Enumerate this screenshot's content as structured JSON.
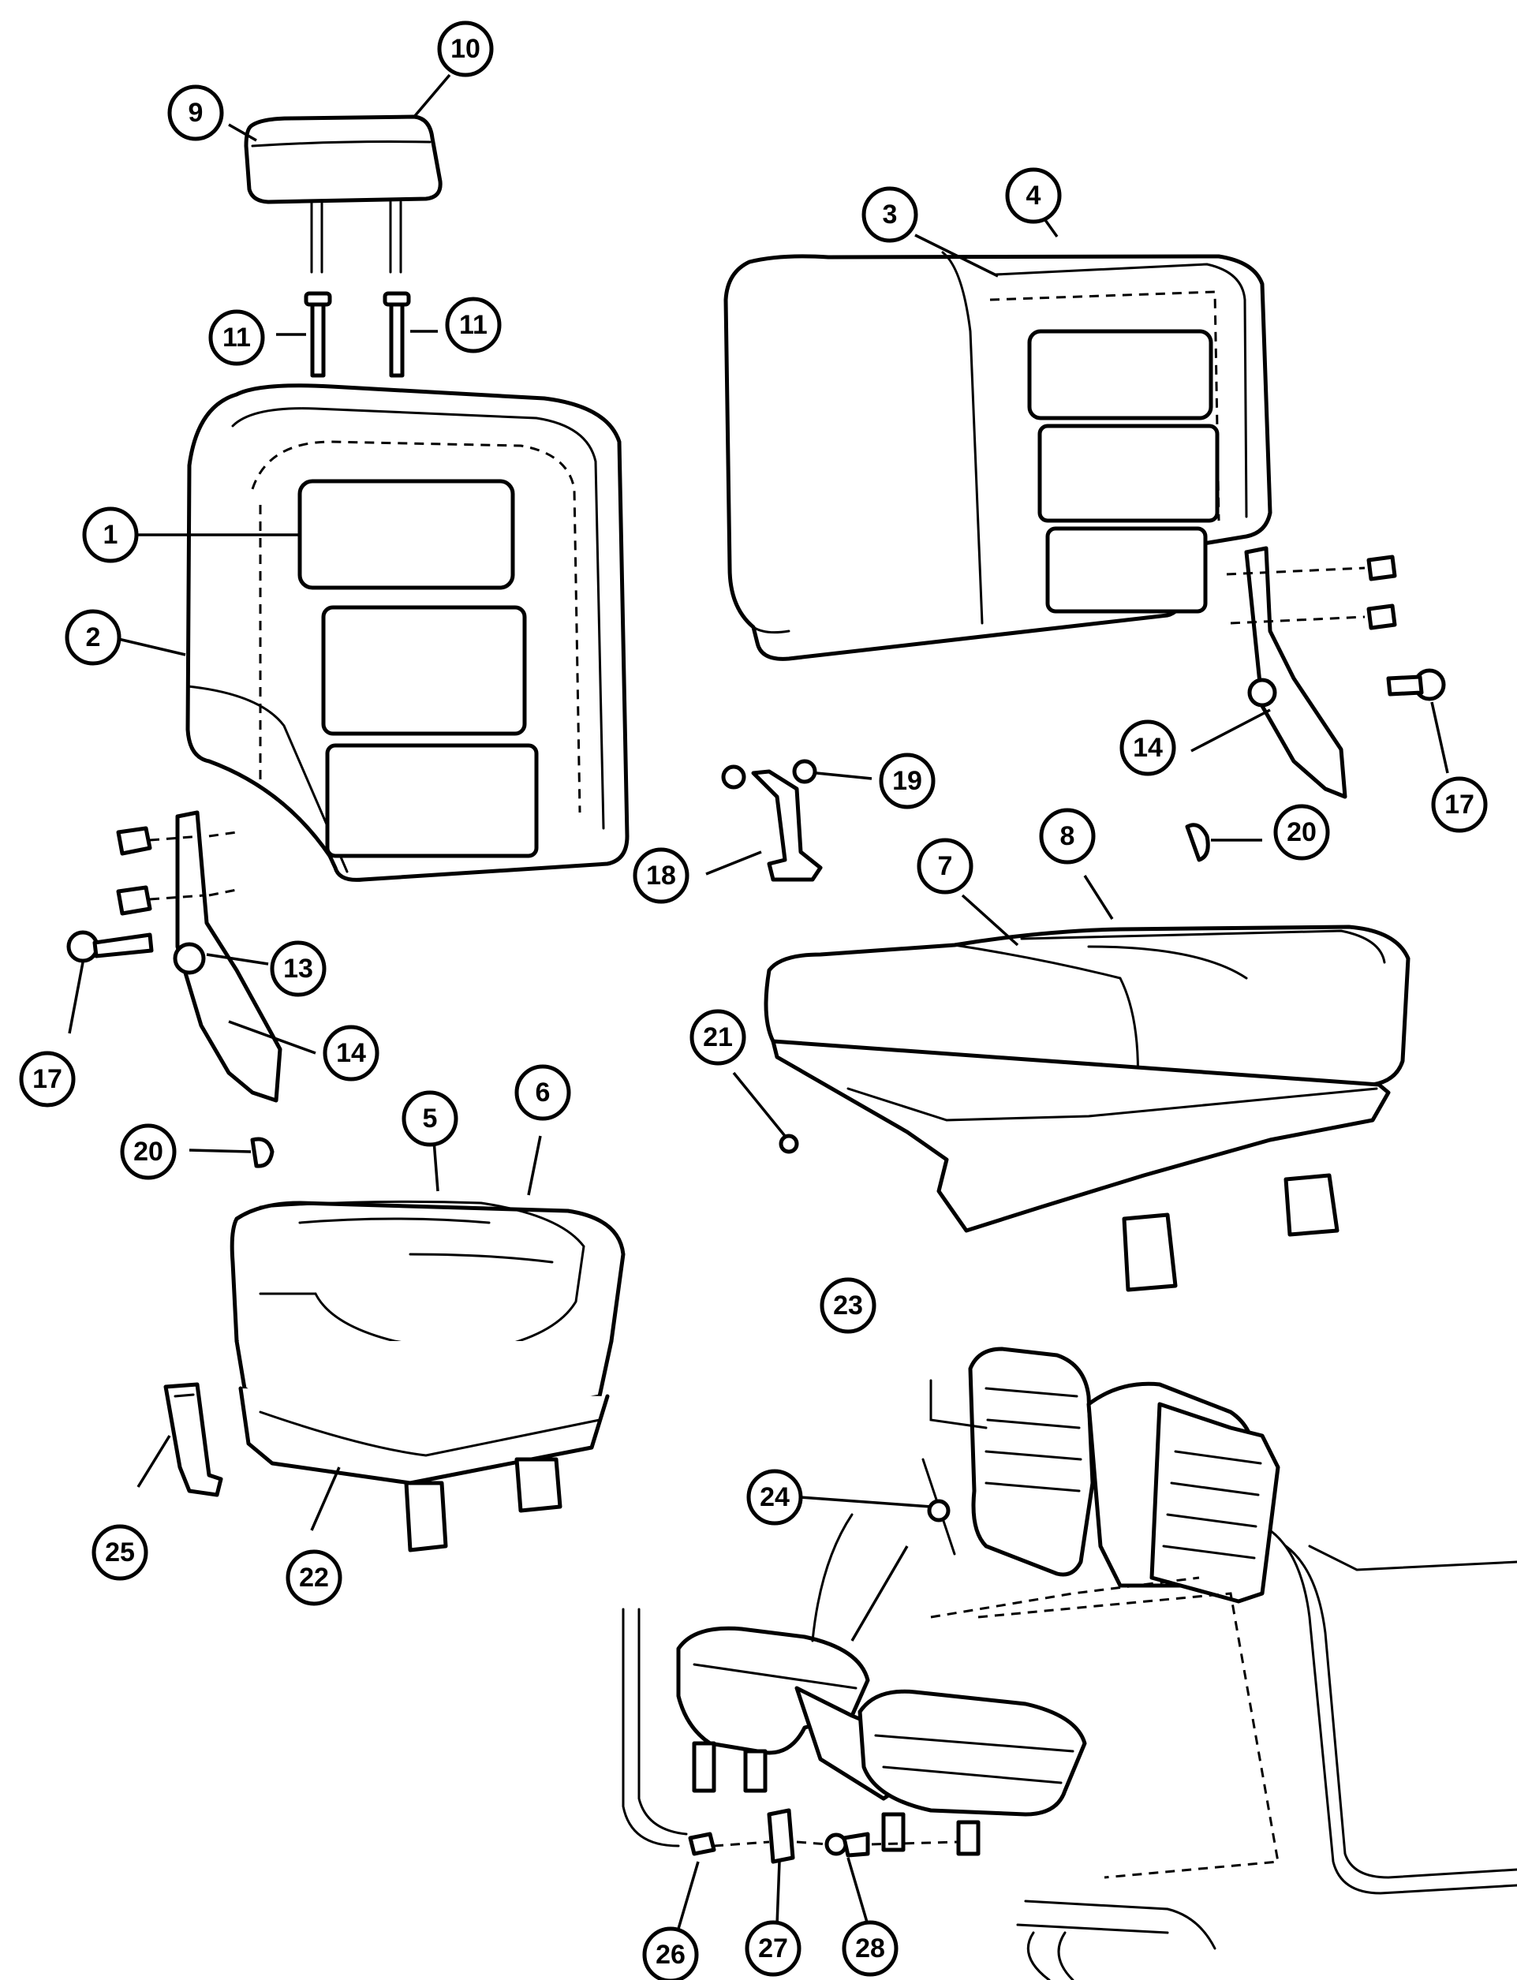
{
  "callouts": [
    {
      "label": "1"
    },
    {
      "label": "2"
    },
    {
      "label": "3"
    },
    {
      "label": "4"
    },
    {
      "label": "5"
    },
    {
      "label": "6"
    },
    {
      "label": "7"
    },
    {
      "label": "8"
    },
    {
      "label": "9"
    },
    {
      "label": "10"
    },
    {
      "label": "11"
    },
    {
      "label": "11"
    },
    {
      "label": "13"
    },
    {
      "label": "14"
    },
    {
      "label": "14"
    },
    {
      "label": "17"
    },
    {
      "label": "17"
    },
    {
      "label": "18"
    },
    {
      "label": "19"
    },
    {
      "label": "20"
    },
    {
      "label": "20"
    },
    {
      "label": "21"
    },
    {
      "label": "22"
    },
    {
      "label": "23"
    },
    {
      "label": "24"
    },
    {
      "label": "25"
    },
    {
      "label": "26"
    },
    {
      "label": "27"
    },
    {
      "label": "28"
    }
  ]
}
